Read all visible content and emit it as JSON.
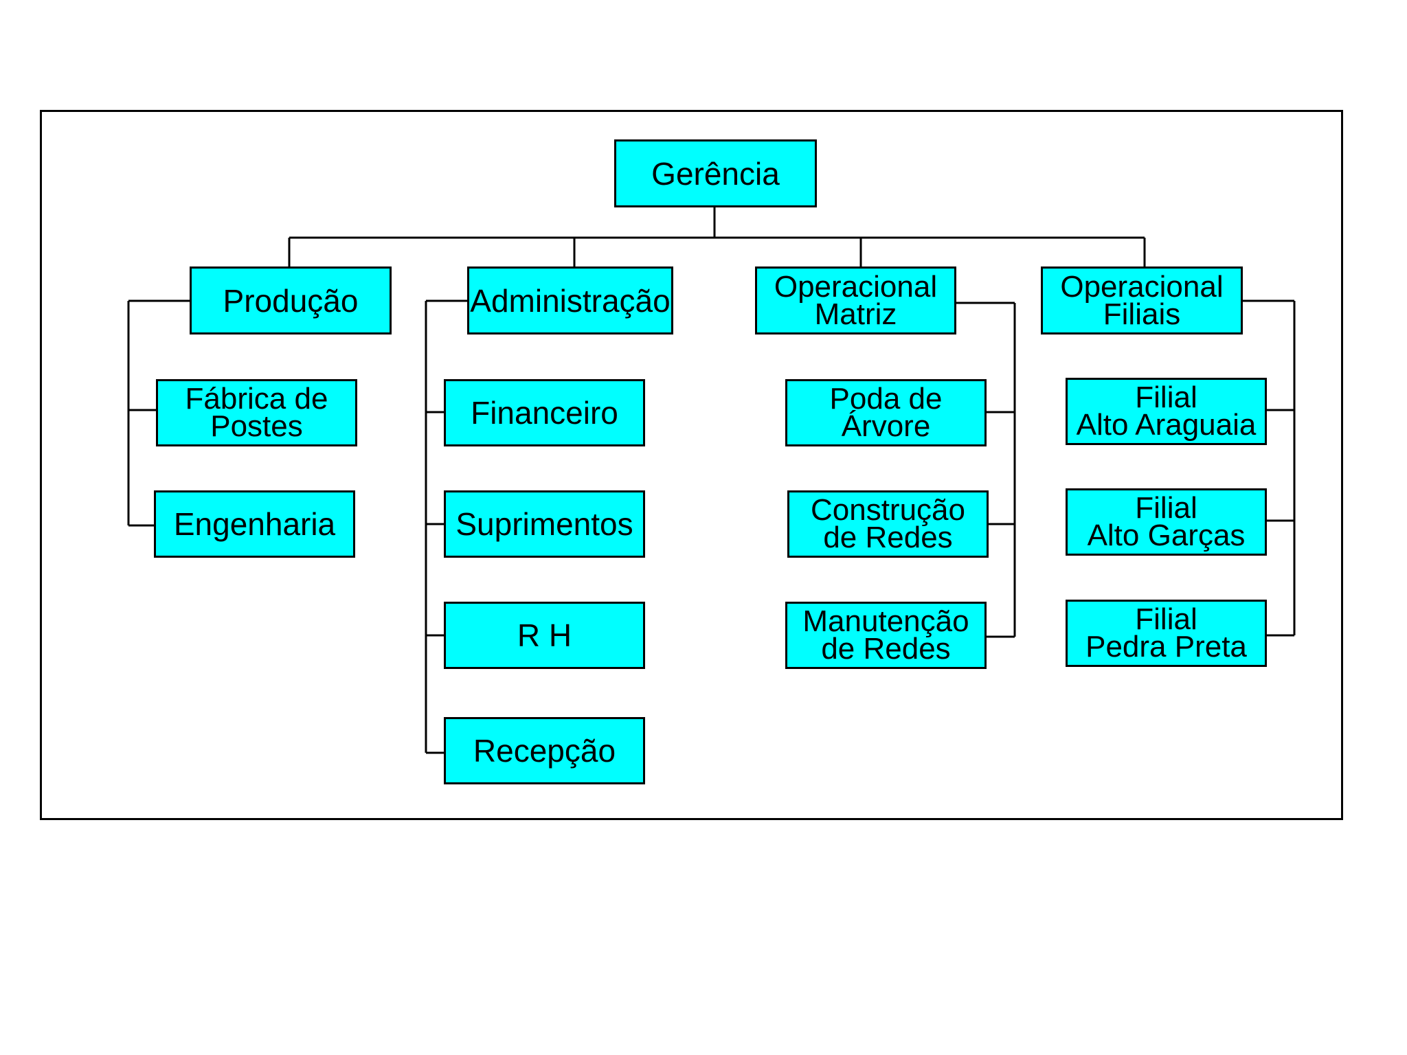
{
  "org_chart": {
    "root": {
      "label": "Gerência"
    },
    "departments": [
      {
        "label": "Produção",
        "children": [
          "Fábrica de\nPostes",
          "Engenharia"
        ]
      },
      {
        "label": "Administração",
        "children": [
          "Financeiro",
          "Suprimentos",
          "R H",
          "Recepção"
        ]
      },
      {
        "label": "Operacional\nMatriz",
        "children": [
          "Poda de\nÁrvore",
          "Construção\nde Redes",
          "Manutenção\nde Redes"
        ]
      },
      {
        "label": "Operacional\nFiliais",
        "children": [
          "Filial\nAlto Araguaia",
          "Filial\nAlto Garças",
          "Filial\nPedra Preta"
        ]
      }
    ]
  },
  "colors": {
    "box_fill": "#00ffff",
    "box_border": "#000000",
    "line": "#000000",
    "background": "#ffffff"
  }
}
